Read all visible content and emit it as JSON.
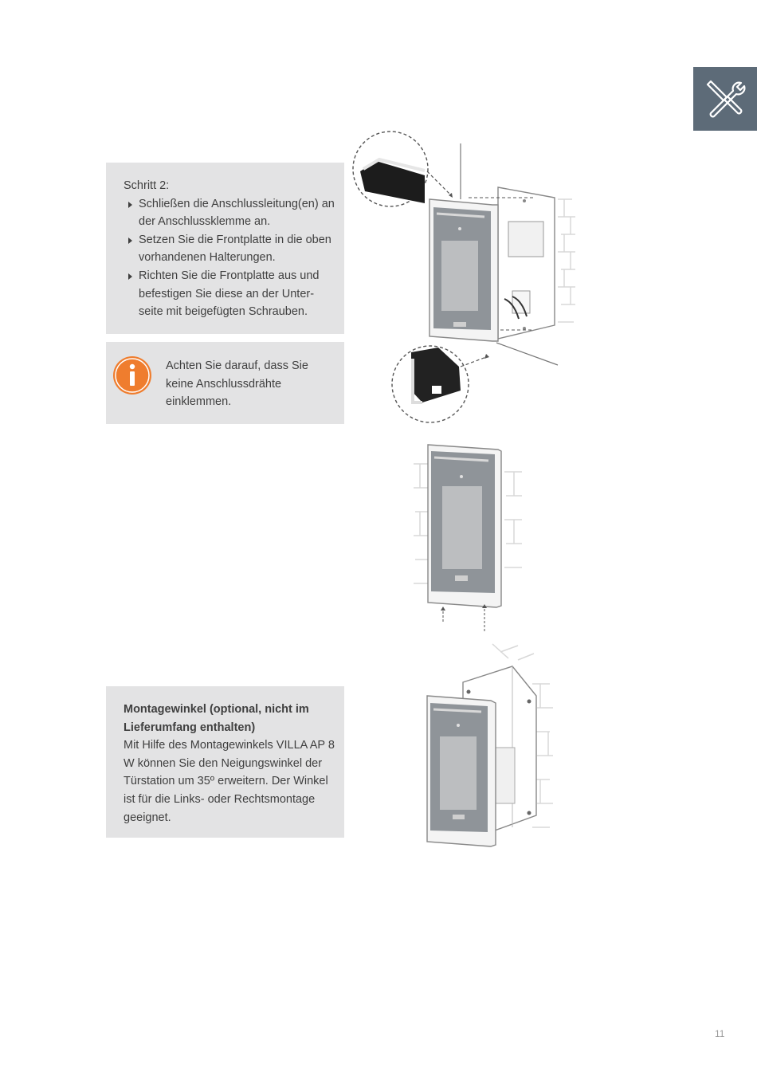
{
  "step": {
    "title": "Schritt 2:",
    "items": [
      "Schließen die Anschlussleitung(en) an der Anschlussklemme an.",
      "Setzen Sie die Frontplatte in die oben vorhandenen Halterungen.",
      "Richten Sie die Frontplatte aus und befestigen Sie diese an der Unter-seite mit beigefügten Schrauben."
    ]
  },
  "note": {
    "icon": "info-icon",
    "text": "Achten Sie darauf, dass Sie keine Anschlussdrähte einklemmen."
  },
  "mount": {
    "heading": "Montagewinkel (optional, nicht im Lieferumfang enthalten)",
    "body": "Mit Hilfe des Montagewinkels VILLA AP 8 W können Sie den Neigungswinkel der Türstation um 35º erweitern. Der Winkel ist für die Links- oder Rechtsmontage geeignet."
  },
  "tab_icon": "tools-icon",
  "page_number": "11",
  "colors": {
    "tab": "#5d6b78",
    "box": "#e3e3e4",
    "info": "#ef7d2e"
  }
}
